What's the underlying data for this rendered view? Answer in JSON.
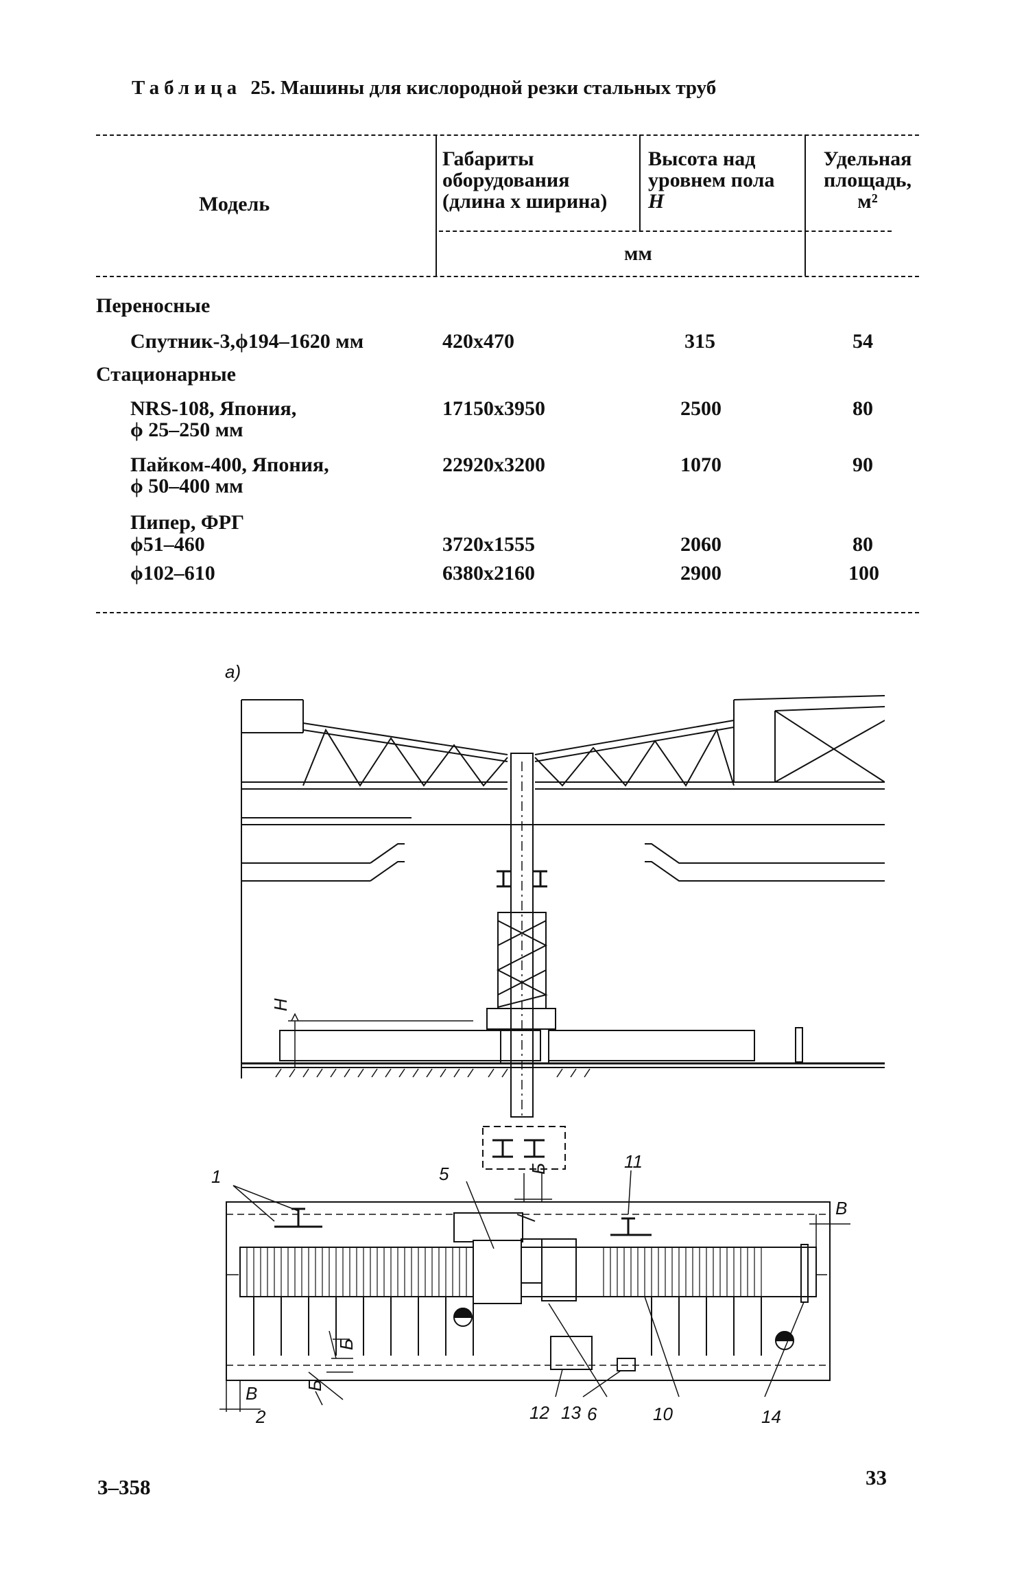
{
  "title": {
    "label": "Таблица",
    "text": "25. Машины для кислородной резки стальных труб"
  },
  "table": {
    "headers": {
      "model": "Модель",
      "dimensions": [
        "Габариты",
        "оборудования",
        "(длина x ширина)"
      ],
      "height": [
        "Высота над",
        "уровнем пола",
        "H"
      ],
      "area": [
        "Удельная",
        "площадь,",
        "м²"
      ],
      "unit": "мм"
    },
    "groups": [
      {
        "name": "Переносные"
      },
      {
        "name": "Стационарные"
      }
    ],
    "rows": [
      {
        "model": [
          "Спутник-3,ϕ194–1620 мм"
        ],
        "dim": "420x470",
        "height": "315",
        "area": "54"
      },
      {
        "model": [
          "NRS-108, Япония,",
          "ϕ 25–250 мм"
        ],
        "dim": "17150x3950",
        "height": "2500",
        "area": "80"
      },
      {
        "model": [
          "Пайком-400, Япония,",
          "ϕ 50–400 мм"
        ],
        "dim": "22920x3200",
        "height": "1070",
        "area": "90"
      },
      {
        "model": [
          "Пипер, ФРГ"
        ],
        "dim": "",
        "height": "",
        "area": ""
      },
      {
        "model": [
          "ϕ51–460"
        ],
        "dim": "3720x1555",
        "height": "2060",
        "area": "80"
      },
      {
        "model": [
          "ϕ102–610"
        ],
        "dim": "6380x2160",
        "height": "2900",
        "area": "100"
      }
    ]
  },
  "figure": {
    "label_a": "a)",
    "dim_h": "H",
    "callouts": [
      "1",
      "5",
      "11",
      "2",
      "12",
      "13",
      "6",
      "10",
      "14"
    ],
    "dims_b": [
      "Б",
      "Б",
      "Б"
    ],
    "dims_v": [
      "В",
      "В"
    ]
  },
  "footer": {
    "left": "3–358",
    "page_number": "33"
  }
}
